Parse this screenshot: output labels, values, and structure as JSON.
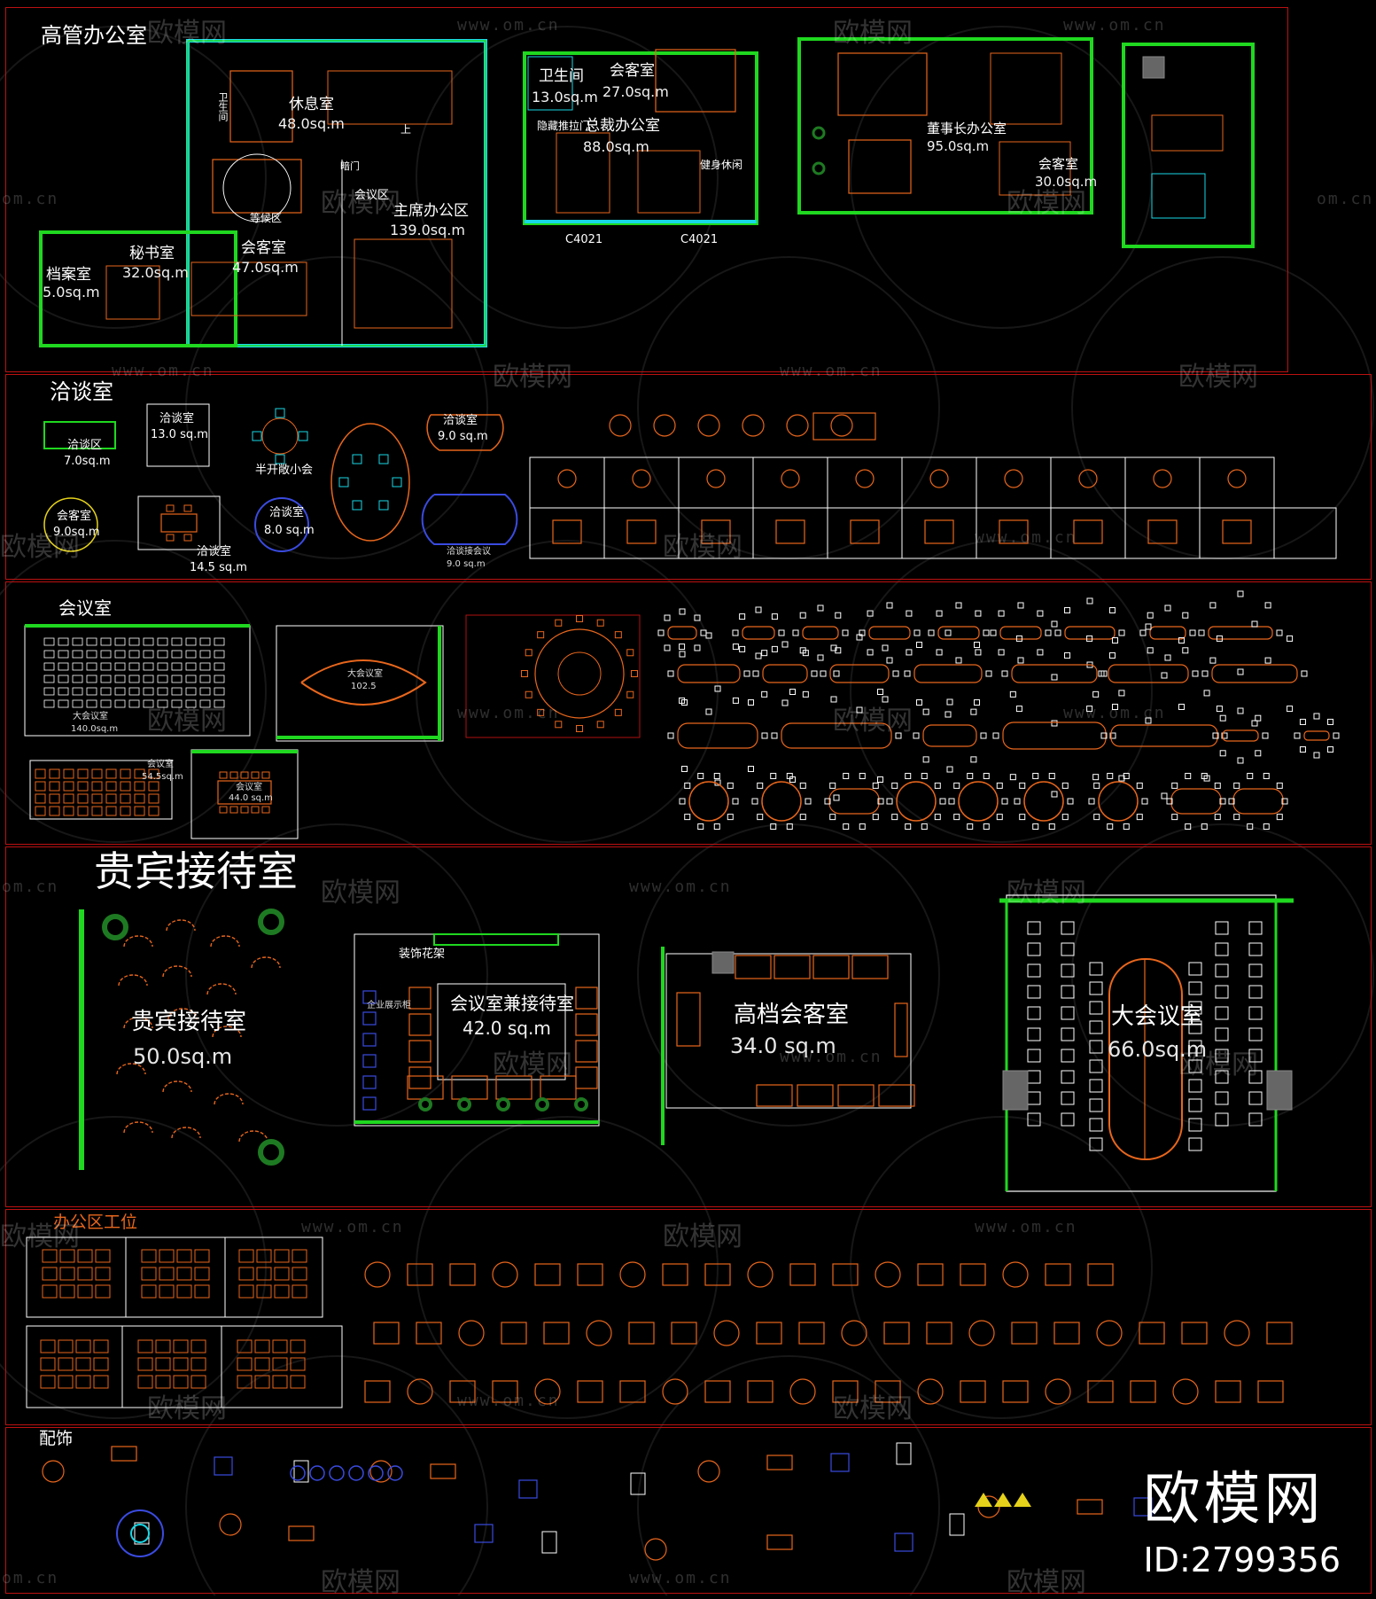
{
  "watermark": {
    "url": "www.om.cn",
    "logo": "欧模网",
    "short": "om.cn"
  },
  "brand": {
    "name": "欧模网",
    "id": "ID:2799356"
  },
  "sections": {
    "executive": {
      "title": "高管办公室",
      "rooms": [
        {
          "name": "卫生间",
          "area": "13.0sq.m"
        },
        {
          "name": "会客室",
          "area": "27.0sq.m"
        },
        {
          "name": "总裁办公室",
          "area": "88.0sq.m"
        },
        {
          "name": "休息室",
          "area": "48.0sq.m"
        },
        {
          "name": "主席办公区",
          "area": "139.0sq.m"
        },
        {
          "name": "秘书室",
          "area": "32.0sq.m"
        },
        {
          "name": "会客室",
          "area": "47.0sq.m"
        },
        {
          "name": "档案室",
          "area": "5.0sq.m"
        },
        {
          "name": "董事长办公室",
          "area": "95.0sq.m"
        },
        {
          "name": "会客室",
          "area": "30.0sq.m"
        }
      ],
      "labels": [
        "卫生间",
        "等候区",
        "会议区",
        "暗门",
        "上",
        "隐藏推拉门",
        "健身休闲",
        "C4021",
        "C4021"
      ]
    },
    "negotiation": {
      "title": "洽谈室",
      "rooms": [
        {
          "name": "洽谈区",
          "area": "7.0sq.m"
        },
        {
          "name": "洽谈室",
          "area": "13.0 sq.m"
        },
        {
          "name": "半开敞小会",
          "area": ""
        },
        {
          "name": "洽谈室",
          "area": "9.0 sq.m"
        },
        {
          "name": "会客室",
          "area": "9.0sq.m"
        },
        {
          "name": "洽谈室",
          "area": "8.0 sq.m"
        },
        {
          "name": "洽谈室",
          "area": "14.5 sq.m"
        },
        {
          "name": "洽谈接会议",
          "area": "9.0 sq.m"
        }
      ]
    },
    "meeting": {
      "title": "会议室",
      "rooms": [
        {
          "name": "大会议室",
          "area": "140.0sq.m"
        },
        {
          "name": "大会议室",
          "area": "102.5"
        },
        {
          "name": "会议室",
          "area": "54.5sq.m"
        },
        {
          "name": "会议室",
          "area": "44.0 sq.m"
        }
      ]
    },
    "vip": {
      "title": "贵宾接待室",
      "rooms": [
        {
          "name": "贵宾接待室",
          "area": "50.0sq.m"
        },
        {
          "name": "会议室兼接待室",
          "area": "42.0 sq.m"
        },
        {
          "name": "高档会客室",
          "area": "34.0 sq.m"
        },
        {
          "name": "大会议室",
          "area": "66.0sq.m"
        }
      ],
      "labels": [
        "装饰花架",
        "企业展示柜"
      ]
    },
    "workstation": {
      "title": "办公区工位"
    },
    "accessories": {
      "title": "配饰"
    }
  },
  "colors": {
    "background": "#000000",
    "furniture": "#e8661c",
    "wall_green": "#1fd81f",
    "wall_cyan": "#19d8e6",
    "frame_red": "#b01010",
    "line_white": "#ffffff",
    "plant_green": "#1e7a22"
  }
}
